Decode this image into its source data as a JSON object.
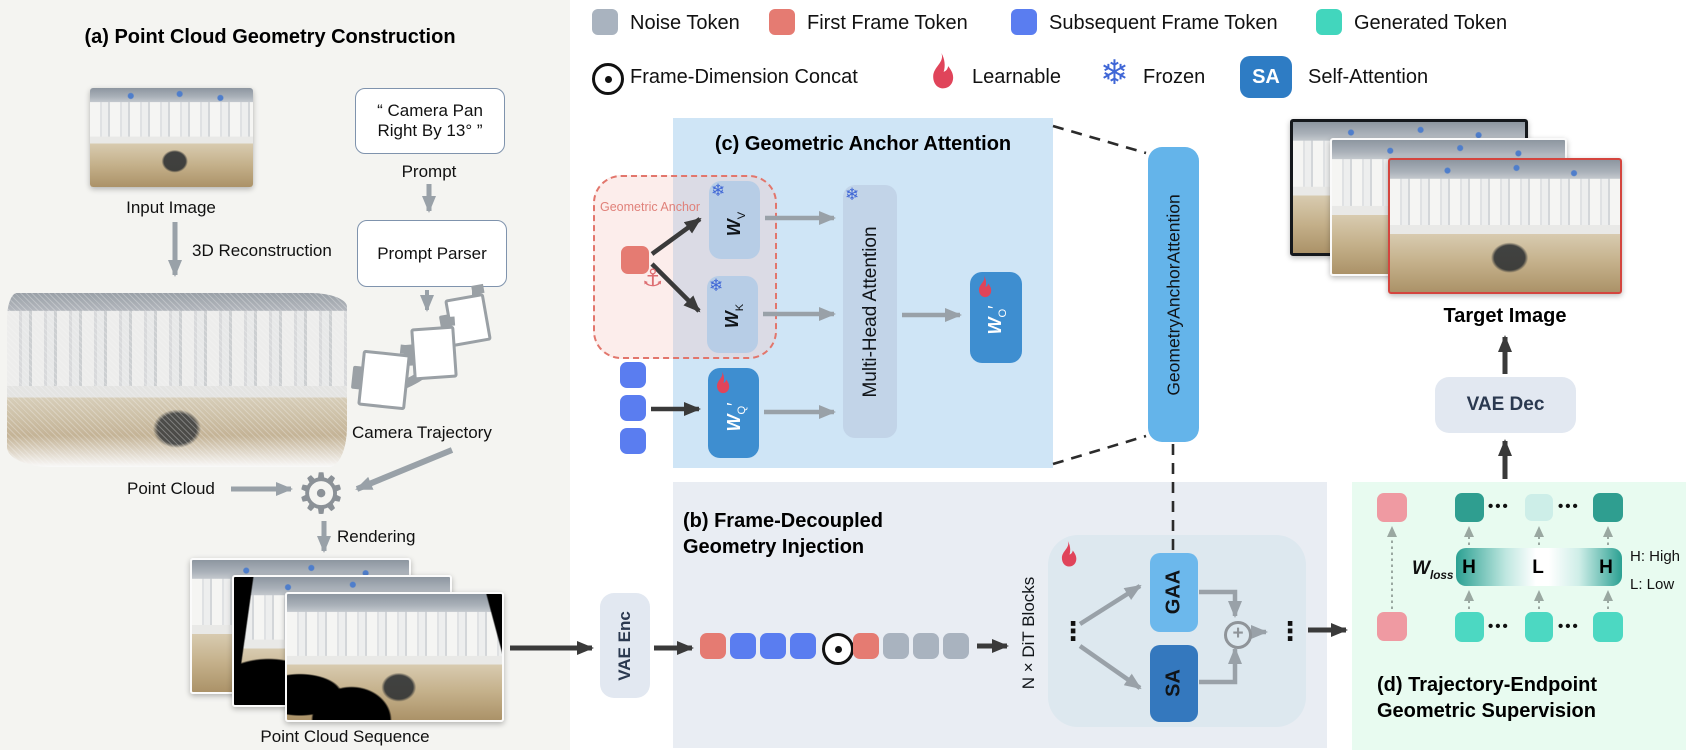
{
  "icons": {
    "gear": "⚙",
    "anchor": "⚓",
    "snowflake": "❄",
    "plus": "+",
    "vdots": "⋮",
    "hdots": "•••",
    "concat": "⊙"
  },
  "legend": {
    "tokens": [
      {
        "name": "noise",
        "label": "Noise Token",
        "color": "#a9b3bf"
      },
      {
        "name": "first-frame",
        "label": "First Frame Token",
        "color": "#e57b72"
      },
      {
        "name": "subsequent-frame",
        "label": "Subsequent Frame Token",
        "color": "#5a7df0"
      },
      {
        "name": "generated",
        "label": "Generated Token",
        "color": "#42d6bd"
      }
    ],
    "concat_label": "Frame-Dimension Concat",
    "learnable_label": "Learnable",
    "frozen_label": "Frozen",
    "sa_badge": "SA",
    "self_attention_label": "Self-Attention"
  },
  "panel_a": {
    "title": "(a) Point Cloud Geometry Construction",
    "input_image_label": "Input Image",
    "reconstruction_label": "3D Reconstruction",
    "prompt_line1": "“ Camera Pan",
    "prompt_line2": "Right By 13° ”",
    "prompt_label": "Prompt",
    "prompt_parser": "Prompt Parser",
    "camera_trajectory_label": "Camera Trajectory",
    "point_cloud_label": "Point Cloud",
    "rendering_label": "Rendering",
    "sequence_label": "Point Cloud Sequence"
  },
  "panel_b": {
    "title_line1": "(b) Frame-Decoupled",
    "title_line2": "Geometry Injection",
    "vae_enc": "VAE Enc",
    "dit_label": "N × DiT  Blocks",
    "gaa": "GAA",
    "sa": "SA"
  },
  "panel_c": {
    "title": "(c) Geometric Anchor Attention",
    "anchor_label": "Geometric Anchor",
    "wv": {
      "base": "W",
      "sub": "V",
      "prime": ""
    },
    "wk": {
      "base": "W",
      "sub": "K",
      "prime": ""
    },
    "wq": {
      "base": "W",
      "sub": "Q",
      "prime": "′"
    },
    "wo": {
      "base": "W",
      "sub": "O",
      "prime": "′"
    },
    "mha": "Multi-Head Attention",
    "bar_words": [
      "Geometry",
      "Anchor",
      "Attention"
    ]
  },
  "panel_d": {
    "title_line1": "(d) Trajectory-Endpoint",
    "title_line2": "Geometric Supervision",
    "w_loss": {
      "base": "W",
      "sub": "loss"
    },
    "bar": [
      "H",
      "L",
      "H"
    ],
    "legend_high": "H: High",
    "legend_low": "L: Low"
  },
  "right": {
    "target_label": "Target  Image",
    "vae_dec": "VAE Dec"
  },
  "colors": {
    "panel_a_bg": "#f4f4f1",
    "panel_b_bg": "#e9edf3",
    "panel_c_bg": "#cfe5f6",
    "panel_d_bg": "#e8fbf0",
    "noise": "#a9b3bf",
    "first_frame": "#e57b72",
    "subsequent": "#5a7df0",
    "generated": "#42d6bd",
    "pink_endpoint": "#ef9aa2",
    "dark_teal": "#2f9e90",
    "light_teal": "#cdeee8",
    "learnable_flame": "#e0445a",
    "frozen_snow": "#3f66d6",
    "sa_blue": "#2e7cc4",
    "gaa_blue": "#64b4ea",
    "weight_blue": "#3e8ed0"
  }
}
